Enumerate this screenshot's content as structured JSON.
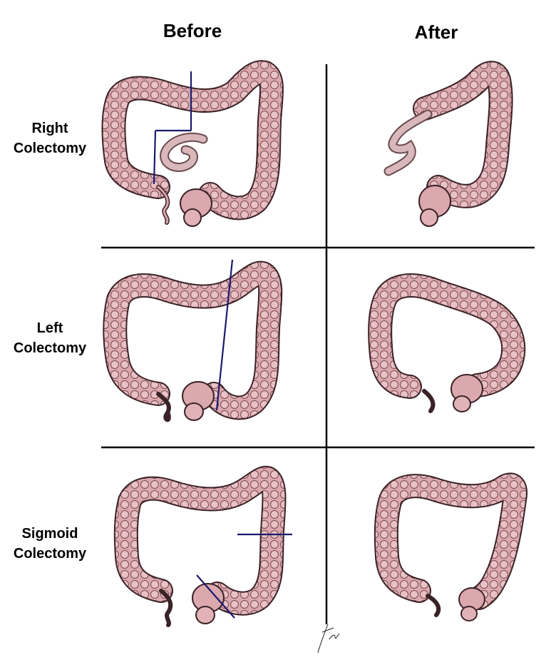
{
  "headers": {
    "before": "Before",
    "after": "After"
  },
  "rows": [
    {
      "line1": "Right",
      "line2": "Colectomy"
    },
    {
      "line1": "Left",
      "line2": "Colectomy"
    },
    {
      "line1": "Sigmoid",
      "line2": "Colectomy"
    }
  ],
  "colors": {
    "colon_fill": "#d9a5ab",
    "colon_stroke": "#3a2226",
    "cut_line": "#1a1a6e",
    "grid": "#000000"
  },
  "artist_signature": "Travis"
}
